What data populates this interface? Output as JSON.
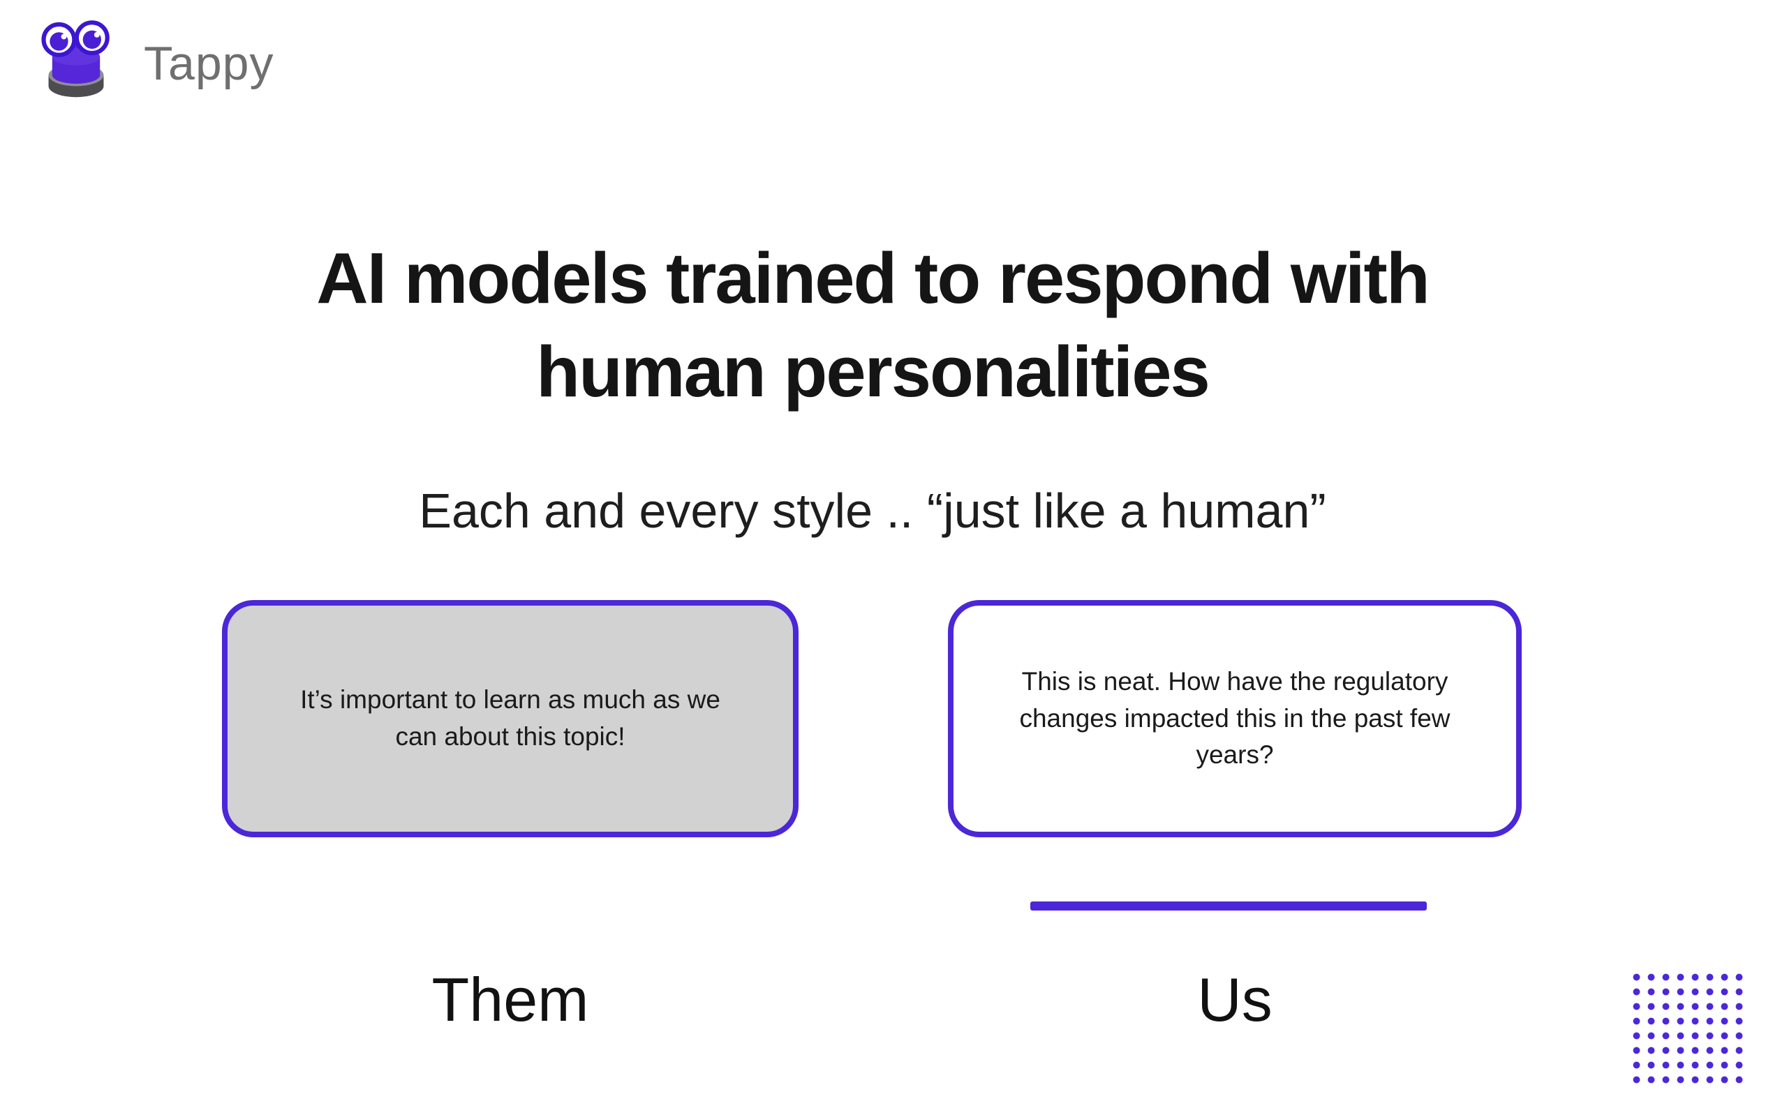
{
  "brand": {
    "name": "Tappy",
    "logo_icon": "tappy-frog-button-icon"
  },
  "title": {
    "line1": "AI models trained to respond with",
    "line2": "human personalities"
  },
  "subtitle": "Each and every style .. “just like a human”",
  "comparison": {
    "them": {
      "label": "Them",
      "message": "It’s important to learn as much as we can about this topic!",
      "card_background": "#d2d2d2"
    },
    "us": {
      "label": "Us",
      "message": "This is neat. How have the regulatory changes impacted this in the past few years?",
      "card_background": "#ffffff"
    }
  },
  "colors": {
    "accent_purple": "#4b27d8",
    "card_gray": "#d2d2d2",
    "heading_text": "#151515",
    "brand_text": "#6f6f6f"
  },
  "decorations": {
    "dots_grid": {
      "rows": 8,
      "cols": 8,
      "color": "#4b27d8"
    },
    "underline": {
      "under": "Us",
      "color": "#4b27d8"
    }
  }
}
